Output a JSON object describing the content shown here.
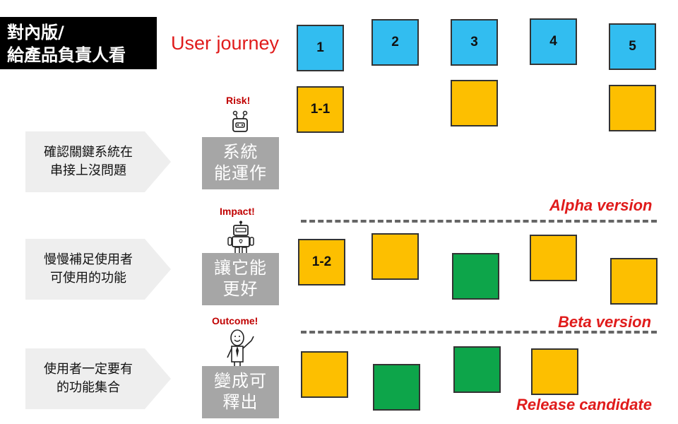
{
  "header": {
    "line1": "對內版/",
    "line2": "給產品負責人看",
    "journey": "User journey"
  },
  "journey_steps": [
    "1",
    "2",
    "3",
    "4",
    "5"
  ],
  "tiles": {
    "risk_row": [
      "1-1",
      "",
      ""
    ],
    "impact_row": [
      "1-2",
      "",
      "",
      "",
      ""
    ],
    "outcome_row": [
      "",
      "",
      "",
      ""
    ]
  },
  "rows": [
    {
      "goal": [
        "確認關鍵系統在",
        "串接上沒問題"
      ],
      "tag": "Risk!",
      "focus": [
        "系統",
        "能運作"
      ]
    },
    {
      "goal": [
        "慢慢補足使用者",
        "可使用的功能"
      ],
      "tag": "Impact!",
      "focus": [
        "讓它能",
        "更好"
      ]
    },
    {
      "goal": [
        "使用者一定要有",
        "的功能集合"
      ],
      "tag": "Outcome!",
      "focus": [
        "變成可",
        "釋出"
      ]
    }
  ],
  "versions": {
    "alpha": "Alpha version",
    "beta": "Beta version",
    "rc": "Release candidate"
  },
  "colors": {
    "blue": "#32bdf0",
    "yellow": "#fdbf00",
    "green": "#0da54a",
    "red": "#e01b1b"
  }
}
